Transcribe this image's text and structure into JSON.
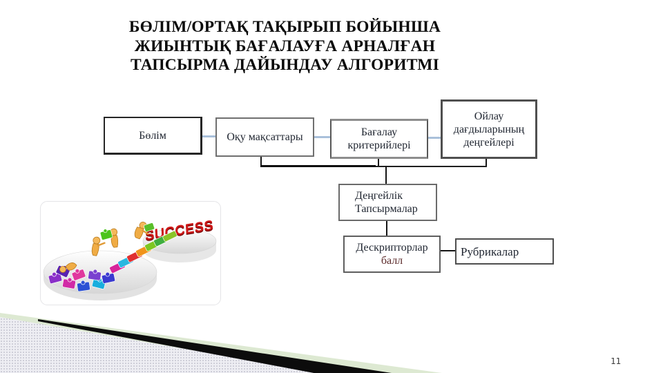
{
  "slide": {
    "title_lines": [
      "БӨЛІМ/ОРТАҚ ТАҚЫРЫП БОЙЫНША",
      "ЖИЫНТЫҚ БАҒАЛАУҒА АРНАЛҒАН",
      "ТАПСЫРМА ДАЙЫНДАУ АЛГОРИТМІ"
    ],
    "page_number": "11"
  },
  "flowchart": {
    "nodes": {
      "bolim": {
        "label": "Бөлім"
      },
      "oku": {
        "label": "Оқу мақсаттары"
      },
      "bagalau": {
        "label": "Бағалау\nкритерийлері"
      },
      "oilau": {
        "label": "Ойлау\nдағдыларының\nдеңгейлері"
      },
      "dengeylik": {
        "label": "Деңгейлік\nТапсырмалар"
      },
      "deskriptor": {
        "label": "Дескрипторлар",
        "sublabel": "балл"
      },
      "rubrikalar": {
        "label": "Рубрикалар"
      }
    },
    "colors": {
      "link_light_blue": "#a9c0da",
      "link_black": "#0c0c0c",
      "box_border": "#4a4a4a",
      "text": "#1f2530",
      "sublabel_maroon": "#5a2828"
    }
  },
  "illustration": {
    "caption": "SUCCESS",
    "caption_color": "#cf1717",
    "figure_gold": "#f0ac45",
    "puzzle_colors": [
      "#8a2fc8",
      "#d12aa6",
      "#2b50d4",
      "#18aede",
      "#e0389e",
      "#7dc722",
      "#f0941c",
      "#e03030",
      "#3fae3f"
    ]
  },
  "theme": {
    "footer_green": "#dde9d2",
    "footer_black": "#0c0c0c",
    "footer_dotted_gray": "#eeeef3"
  }
}
